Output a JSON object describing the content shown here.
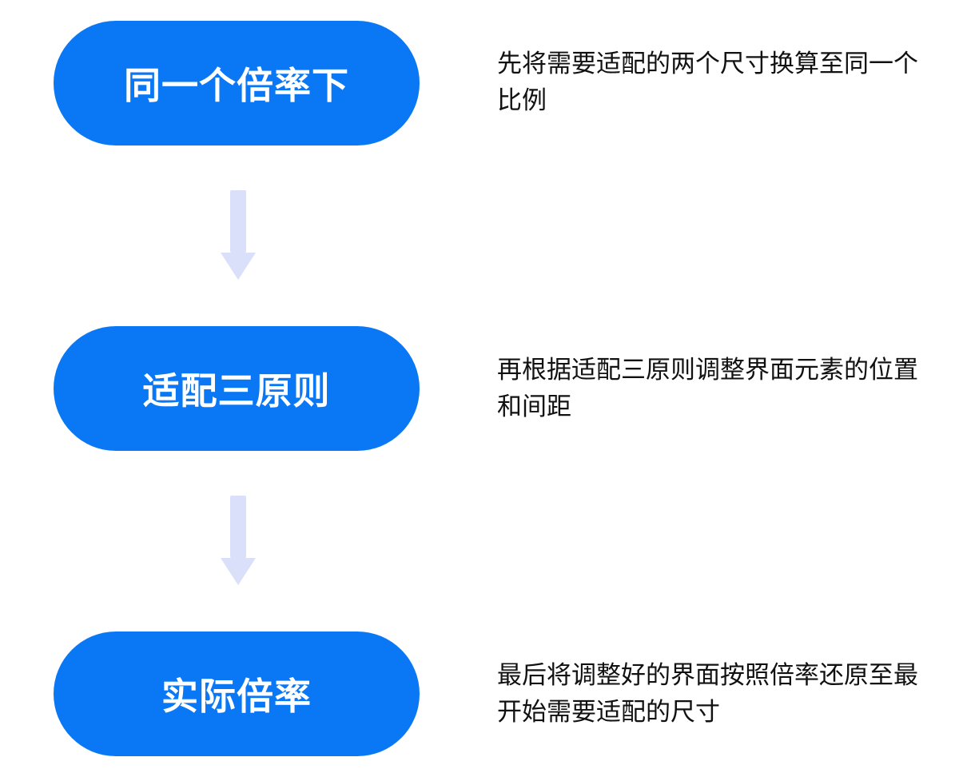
{
  "steps": [
    {
      "label": "同一个倍率下",
      "description": "先将需要适配的两个尺寸换算至同一个比例"
    },
    {
      "label": "适配三原则",
      "description": "再根据适配三原则调整界面元素的位置和间距"
    },
    {
      "label": "实际倍率",
      "description": "最后将调整好的界面按照倍率还原至最开始需要适配的尺寸"
    }
  ],
  "colors": {
    "pill": "#0A78F5",
    "arrow": "#DADFFA",
    "text": "#111111"
  }
}
